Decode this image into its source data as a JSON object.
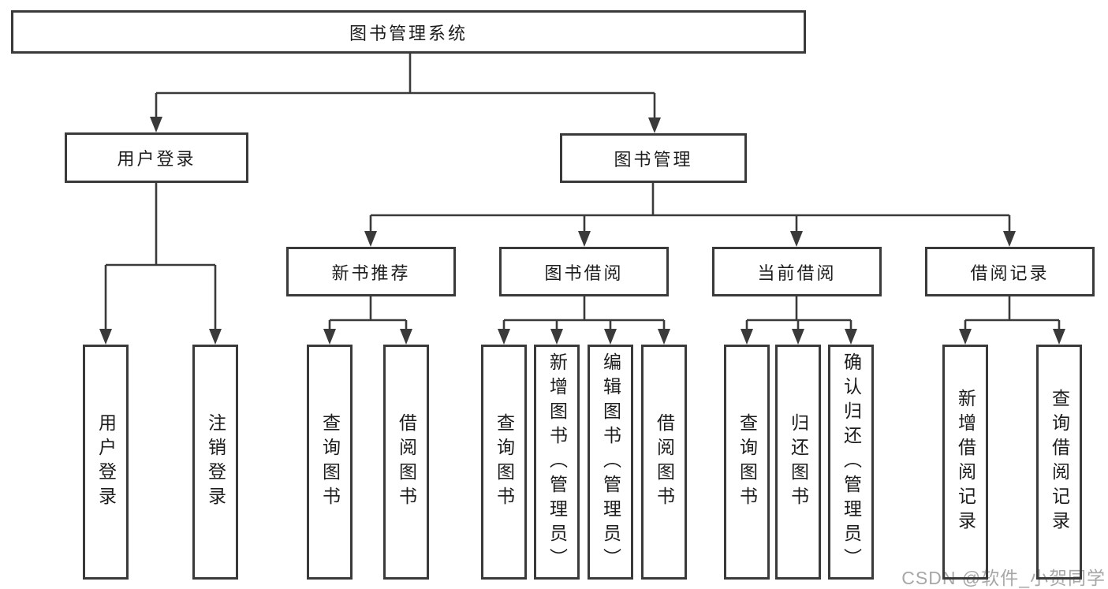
{
  "title": "图书管理系统",
  "tree": {
    "label": "图书管理系统",
    "children": [
      {
        "label": "用户登录",
        "children": [
          {
            "label": "用户登录"
          },
          {
            "label": "注销登录"
          }
        ]
      },
      {
        "label": "图书管理",
        "children": [
          {
            "label": "新书推荐",
            "children": [
              {
                "label": "查询图书"
              },
              {
                "label": "借阅图书"
              }
            ]
          },
          {
            "label": "图书借阅",
            "children": [
              {
                "label": "查询图书"
              },
              {
                "label": "新增图书（管理员）"
              },
              {
                "label": "编辑图书（管理员）"
              },
              {
                "label": "借阅图书"
              }
            ]
          },
          {
            "label": "当前借阅",
            "children": [
              {
                "label": "查询图书"
              },
              {
                "label": "归还图书"
              },
              {
                "label": "确认归还（管理员）"
              }
            ]
          },
          {
            "label": "借阅记录",
            "children": [
              {
                "label": "新增借阅记录"
              },
              {
                "label": "查询借阅记录"
              }
            ]
          }
        ]
      }
    ]
  },
  "watermark": "CSDN @软件_小贺同学",
  "colors": {
    "line": "#3a3a3a",
    "text": "#1c1c1c",
    "watermark": "#a7a7a7",
    "background": "#ffffff"
  }
}
